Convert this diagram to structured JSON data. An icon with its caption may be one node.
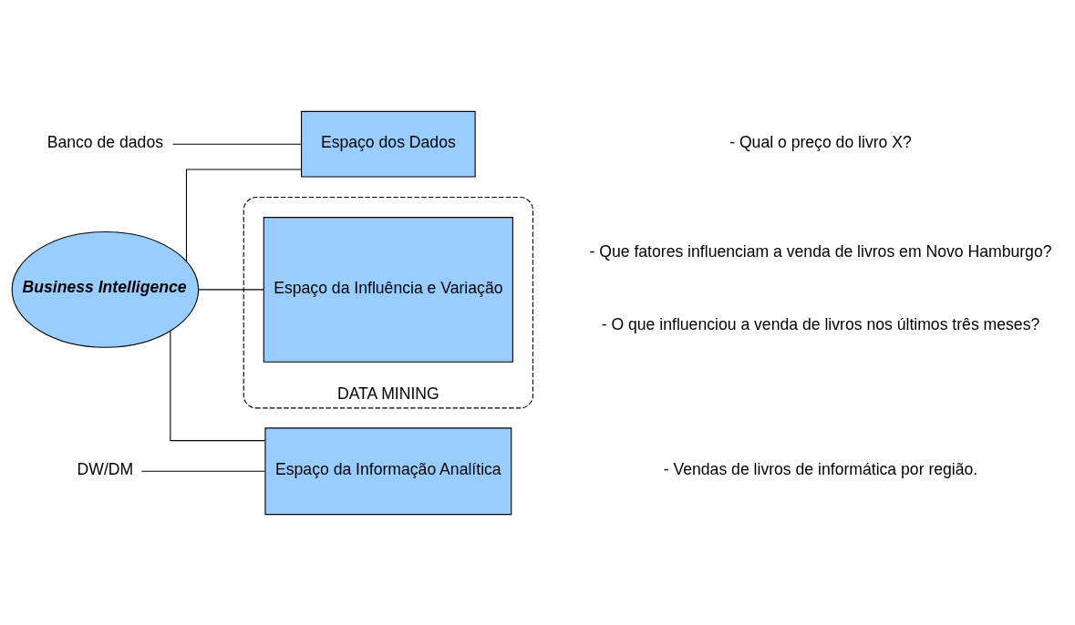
{
  "diagram": {
    "nodes": [
      {
        "text": [
          "Business Intelligence"
        ]
      },
      {
        "text": [
          "Banco de dados"
        ]
      },
      {
        "text": [
          "Espaço dos Dados"
        ]
      },
      {
        "text": [
          "DW/DM"
        ]
      },
      {
        "text": [
          "Espaço da Informação Analítica"
        ]
      },
      {
        "text": [
          "DATA MINING"
        ]
      },
      {
        "text": [
          "Espaço da Influência e Variação"
        ],
        "in": 5
      }
    ],
    "edges": [
      {
        "from": 1,
        "to": 2,
        "arrow": "none"
      },
      {
        "from": 0,
        "to": 2,
        "arrow": "none"
      },
      {
        "from": 3,
        "to": 4,
        "arrow": "none"
      },
      {
        "from": 0,
        "to": 4,
        "arrow": "none"
      },
      {
        "from": 0,
        "to": 6,
        "arrow": "none"
      }
    ],
    "labels": [
      "- Qual o preço do livro X?",
      "- Vendas de livros de informática por região.",
      "- Que fatores influenciam a venda de livros em Novo Hamburgo?",
      "- O que influenciou a venda de livros nos últimos três meses?"
    ]
  }
}
